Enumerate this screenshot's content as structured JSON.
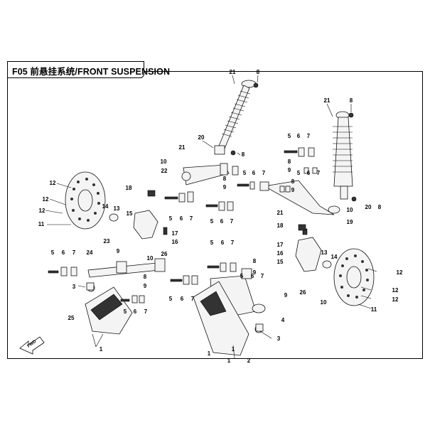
{
  "title": "F05 前悬挂系统/FRONT SUSPENSION",
  "fwd_label": "FWD",
  "callouts": [
    {
      "id": "c21a",
      "text": "21"
    },
    {
      "id": "c8a",
      "text": "8"
    },
    {
      "id": "c21b",
      "text": "21"
    },
    {
      "id": "c8b",
      "text": "8"
    },
    {
      "id": "c20a",
      "text": "20"
    },
    {
      "id": "c8c",
      "text": "8"
    },
    {
      "id": "c21c",
      "text": "21"
    },
    {
      "id": "c10a",
      "text": "10"
    },
    {
      "id": "c22",
      "text": "22"
    },
    {
      "id": "c5a",
      "text": "5"
    },
    {
      "id": "c6a",
      "text": "6"
    },
    {
      "id": "c7a",
      "text": "7"
    },
    {
      "id": "c8d",
      "text": "8"
    },
    {
      "id": "c9a",
      "text": "9"
    },
    {
      "id": "c18a",
      "text": "18"
    },
    {
      "id": "c5b",
      "text": "5"
    },
    {
      "id": "c6b",
      "text": "6"
    },
    {
      "id": "c7b",
      "text": "7"
    },
    {
      "id": "c8e",
      "text": "8"
    },
    {
      "id": "c9b",
      "text": "9"
    },
    {
      "id": "c5c",
      "text": "5"
    },
    {
      "id": "c6c",
      "text": "6"
    },
    {
      "id": "c7c",
      "text": "7"
    },
    {
      "id": "c5d",
      "text": "5"
    },
    {
      "id": "c6d",
      "text": "6"
    },
    {
      "id": "c7d",
      "text": "7"
    },
    {
      "id": "c12a",
      "text": "12"
    },
    {
      "id": "c12b",
      "text": "12"
    },
    {
      "id": "c12c",
      "text": "12"
    },
    {
      "id": "c11a",
      "text": "11"
    },
    {
      "id": "c14a",
      "text": "14"
    },
    {
      "id": "c13a",
      "text": "13"
    },
    {
      "id": "c15a",
      "text": "15"
    },
    {
      "id": "c17a",
      "text": "17"
    },
    {
      "id": "c23",
      "text": "23"
    },
    {
      "id": "c16a",
      "text": "16"
    },
    {
      "id": "c9c",
      "text": "9"
    },
    {
      "id": "c10b",
      "text": "10"
    },
    {
      "id": "c26a",
      "text": "26"
    },
    {
      "id": "c24",
      "text": "24"
    },
    {
      "id": "c5e",
      "text": "5"
    },
    {
      "id": "c6e",
      "text": "6"
    },
    {
      "id": "c7e",
      "text": "7"
    },
    {
      "id": "c3a",
      "text": "3"
    },
    {
      "id": "c8f",
      "text": "8"
    },
    {
      "id": "c9d",
      "text": "9"
    },
    {
      "id": "c5f",
      "text": "5"
    },
    {
      "id": "c6f",
      "text": "6"
    },
    {
      "id": "c7f",
      "text": "7"
    },
    {
      "id": "c25",
      "text": "25"
    },
    {
      "id": "c1a",
      "text": "1"
    },
    {
      "id": "c5g",
      "text": "5"
    },
    {
      "id": "c6g",
      "text": "6"
    },
    {
      "id": "c7g",
      "text": "7"
    },
    {
      "id": "c8g",
      "text": "8"
    },
    {
      "id": "c9e",
      "text": "9"
    },
    {
      "id": "c5h",
      "text": "5"
    },
    {
      "id": "c6h",
      "text": "6"
    },
    {
      "id": "c7h",
      "text": "7"
    },
    {
      "id": "c1b",
      "text": "1"
    },
    {
      "id": "c1c",
      "text": "1"
    },
    {
      "id": "c1d",
      "text": "1"
    },
    {
      "id": "c2",
      "text": "2"
    },
    {
      "id": "c3b",
      "text": "3"
    },
    {
      "id": "c4",
      "text": "4"
    },
    {
      "id": "c10c",
      "text": "10"
    },
    {
      "id": "c9f",
      "text": "9"
    },
    {
      "id": "c18b",
      "text": "18"
    },
    {
      "id": "c17b",
      "text": "17"
    },
    {
      "id": "c16b",
      "text": "16"
    },
    {
      "id": "c15b",
      "text": "15"
    },
    {
      "id": "c13b",
      "text": "13"
    },
    {
      "id": "c14b",
      "text": "14"
    },
    {
      "id": "c12d",
      "text": "12"
    },
    {
      "id": "c12e",
      "text": "12"
    },
    {
      "id": "c12f",
      "text": "12"
    },
    {
      "id": "c11b",
      "text": "11"
    },
    {
      "id": "c26b",
      "text": "26"
    },
    {
      "id": "c5i",
      "text": "5"
    },
    {
      "id": "c6i",
      "text": "6"
    },
    {
      "id": "c7i",
      "text": "7"
    },
    {
      "id": "c8h",
      "text": "8"
    },
    {
      "id": "c9g",
      "text": "9"
    },
    {
      "id": "c5j",
      "text": "5"
    },
    {
      "id": "c6j",
      "text": "6"
    },
    {
      "id": "c7j",
      "text": "7"
    },
    {
      "id": "c21d",
      "text": "21"
    },
    {
      "id": "c10d",
      "text": "10"
    },
    {
      "id": "c19",
      "text": "19"
    },
    {
      "id": "c20b",
      "text": "20"
    },
    {
      "id": "c8i",
      "text": "8"
    }
  ]
}
